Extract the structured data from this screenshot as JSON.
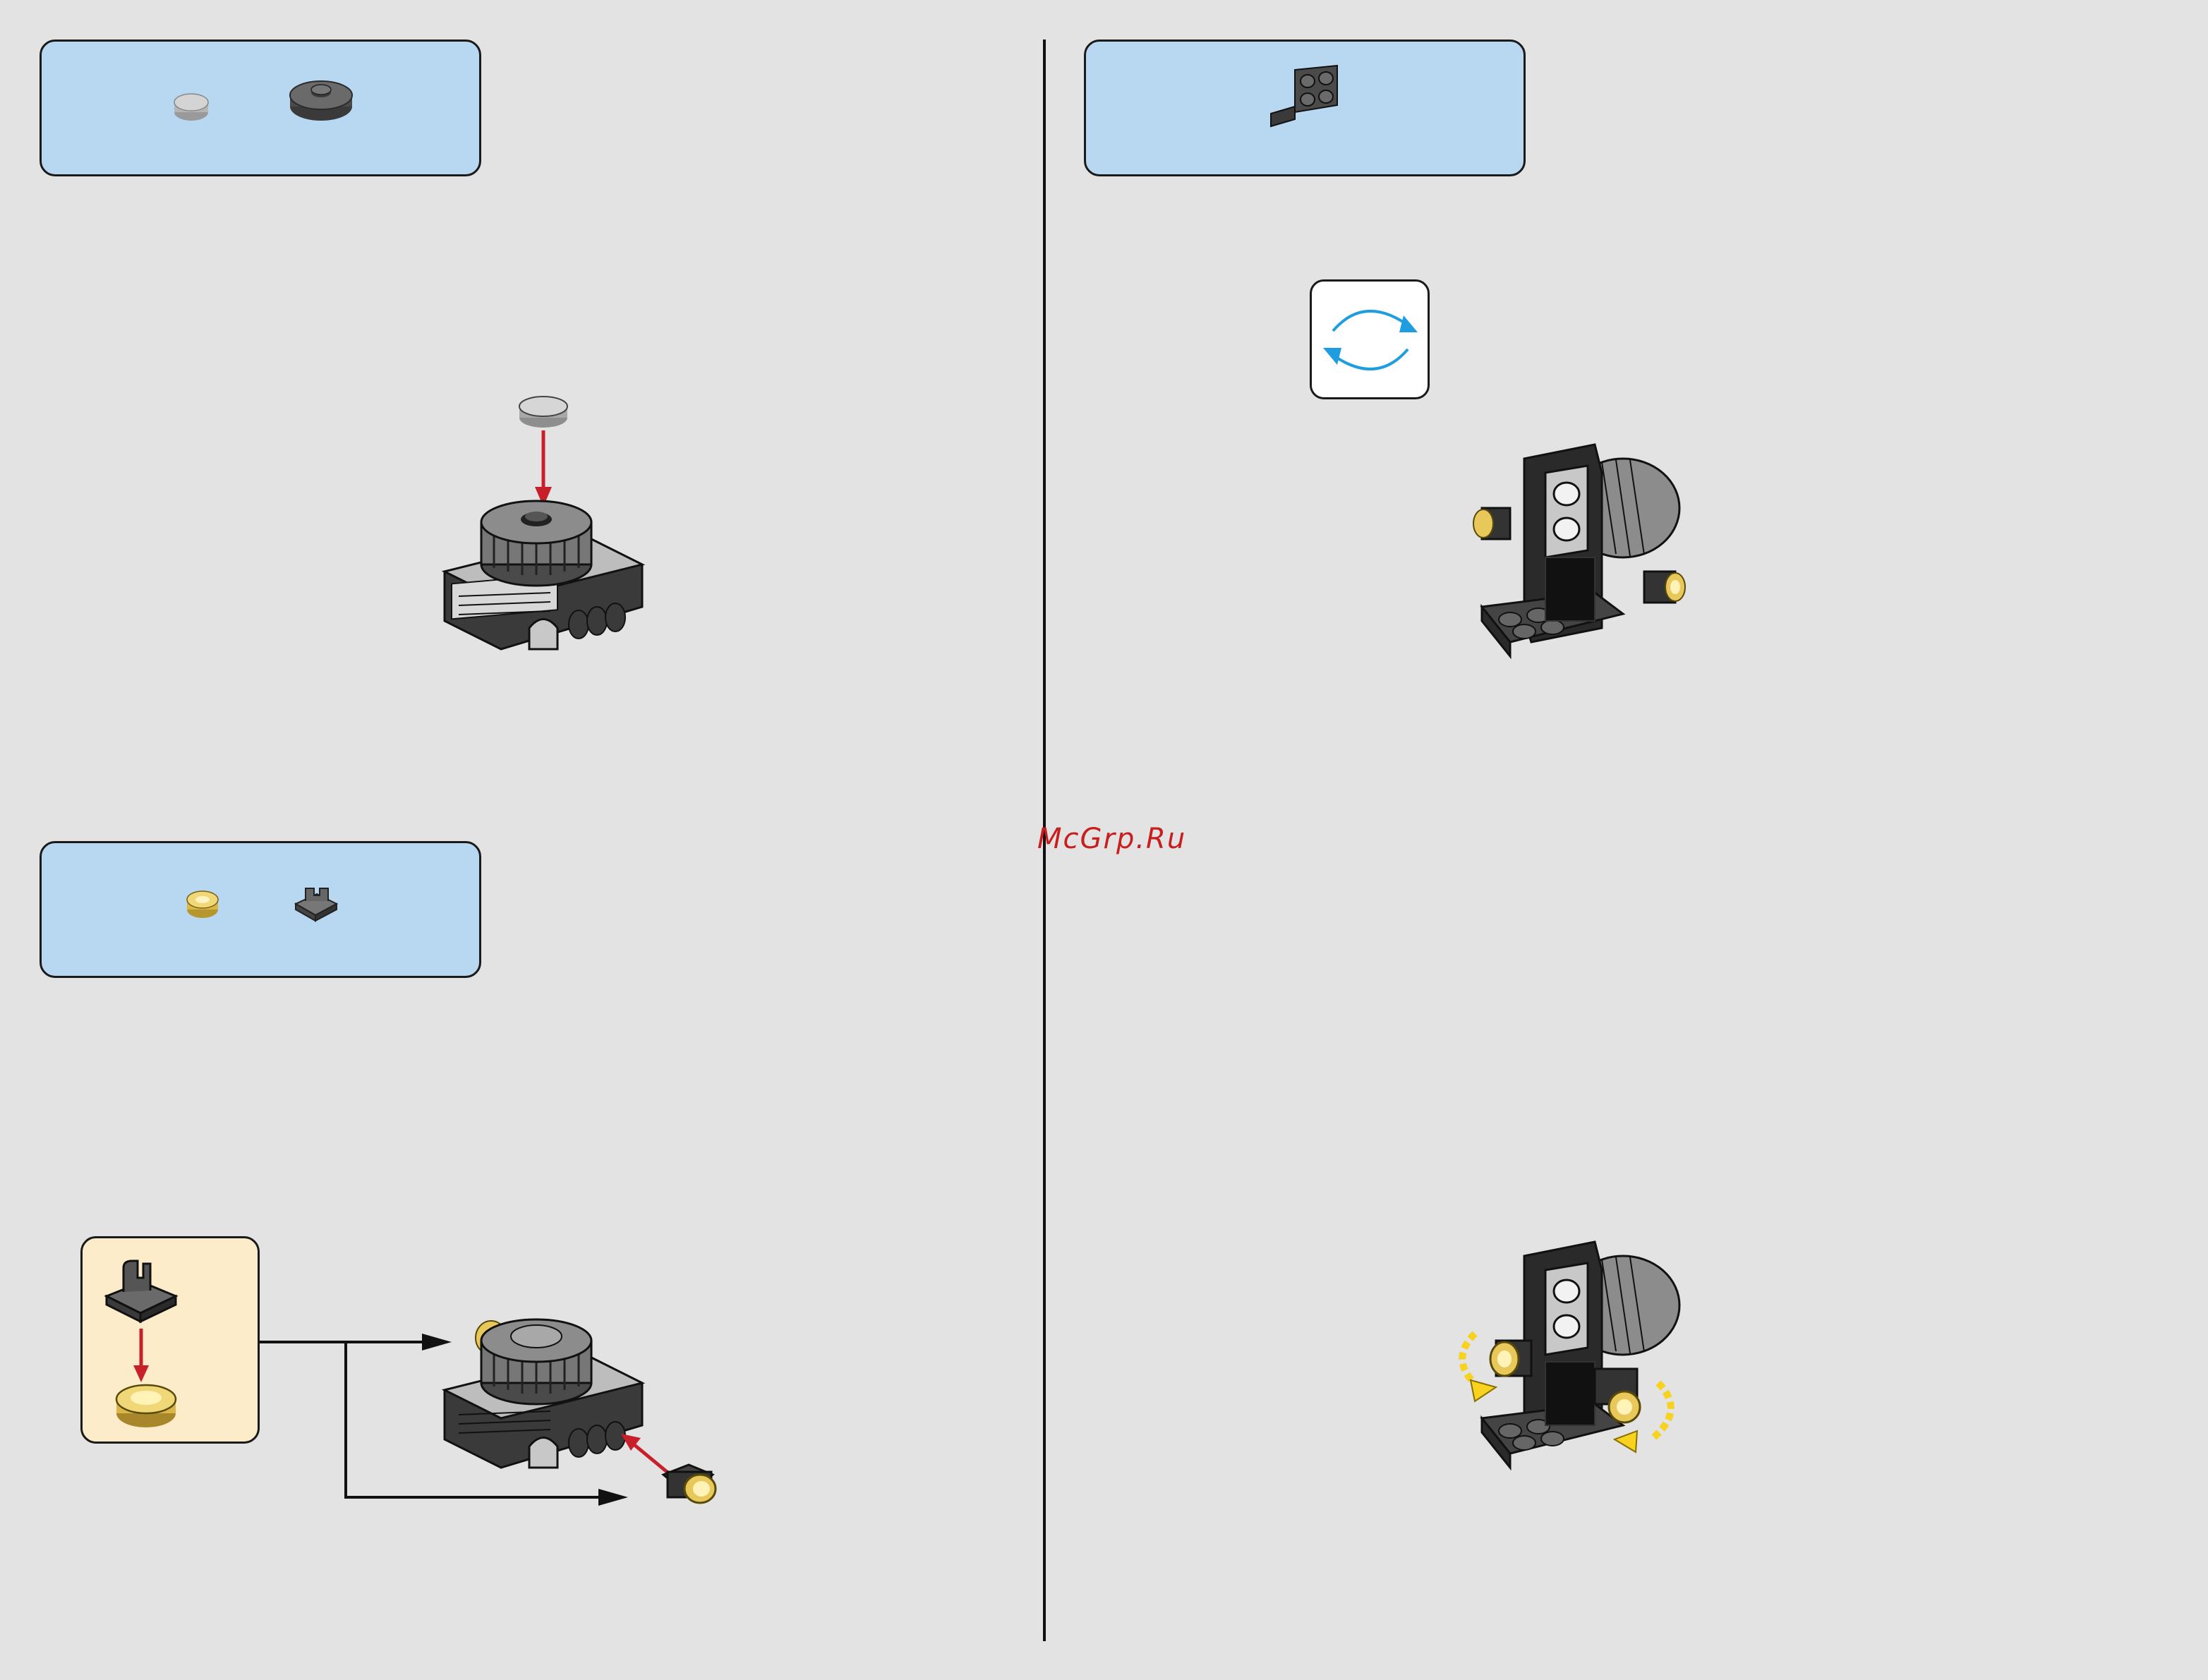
{
  "page": {
    "watermark": "McGrp.Ru"
  },
  "steps": [
    {
      "id": "step-left-top",
      "parts": [
        "round-tile-1x1-light-gray",
        "round-plate-2x2-dark-gray"
      ]
    },
    {
      "id": "step-left-bottom",
      "parts": [
        "round-tile-1x1-gold",
        "clip-plate-1x1-dark-gray"
      ],
      "subassembly": [
        "clip-plate-1x1-dark-gray",
        "round-tile-1x1-gold"
      ]
    },
    {
      "id": "step-right",
      "parts": [
        "bracket-plate-2x2-dark-gray"
      ],
      "rotate_icon": "rotate-arrows-icon"
    }
  ],
  "colors": {
    "parts_box": "#b8d7f0",
    "subassembly_box": "#fdecc9",
    "background": "#e3e3e3",
    "arrow_red": "#c8202a",
    "rotate_blue": "#1e9ee0",
    "gold": "#e8c85a",
    "yellow_arrow": "#f7d21e"
  }
}
